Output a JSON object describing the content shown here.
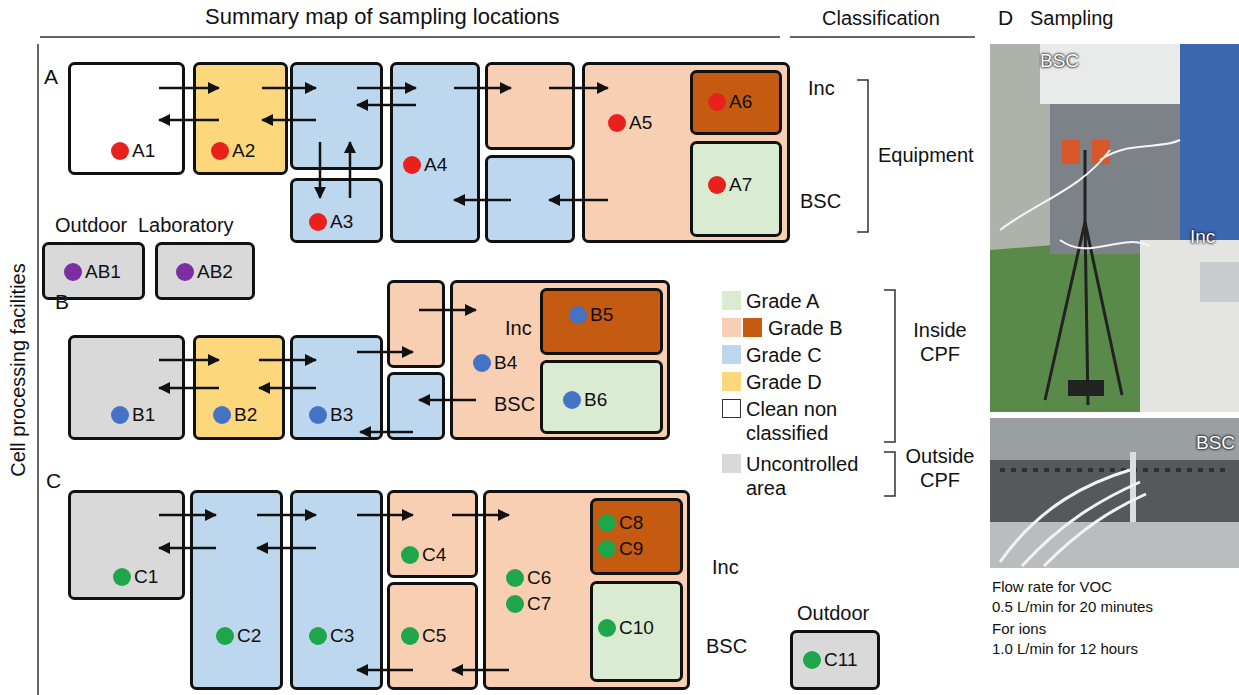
{
  "diagram": {
    "nodes": [
      {
        "text": [
          "A1"
        ]
      },
      {
        "text": [
          "A2"
        ]
      },
      {
        "text": [
          "A3"
        ]
      },
      {
        "text": [
          "A4"
        ]
      },
      {
        "text": [
          "A5"
        ]
      },
      {
        "text": [
          "A6"
        ],
        "in": 4
      },
      {
        "text": [
          "A7"
        ],
        "in": 4
      },
      {
        "text": [
          "Outdoor",
          "AB1"
        ]
      },
      {
        "text": [
          "Laboratory",
          "AB2"
        ]
      },
      {
        "text": [
          "B1"
        ]
      },
      {
        "text": [
          "B2"
        ]
      },
      {
        "text": [
          "B3"
        ]
      },
      {
        "text": [
          "B4"
        ]
      },
      {
        "text": [
          "B5"
        ],
        "in": 12
      },
      {
        "text": [
          "B6"
        ],
        "in": 12
      },
      {
        "text": [
          "C1"
        ]
      },
      {
        "text": [
          "C2"
        ]
      },
      {
        "text": [
          "C3"
        ]
      },
      {
        "text": [
          "C4"
        ]
      },
      {
        "text": [
          "C5"
        ]
      },
      {
        "text": [
          "C6",
          "C7"
        ]
      },
      {
        "text": [
          "C8",
          "C9"
        ],
        "in": 20
      },
      {
        "text": [
          "C10"
        ],
        "in": 20
      },
      {
        "text": [
          "Outdoor",
          "C11"
        ]
      }
    ],
    "edges": [
      {
        "from": 0,
        "to": 1,
        "arrow": "to"
      },
      {
        "from": 1,
        "to": 0,
        "arrow": "to"
      },
      {
        "from": 9,
        "to": 10,
        "arrow": "to"
      },
      {
        "from": 10,
        "to": 9,
        "arrow": "to"
      },
      {
        "from": 10,
        "to": 11,
        "arrow": "to"
      },
      {
        "from": 11,
        "to": 10,
        "arrow": "to"
      },
      {
        "from": 15,
        "to": 16,
        "arrow": "to"
      },
      {
        "from": 16,
        "to": 15,
        "arrow": "to"
      },
      {
        "from": 16,
        "to": 17,
        "arrow": "to"
      },
      {
        "from": 17,
        "to": 16,
        "arrow": "to"
      },
      {
        "from": 17,
        "to": 18,
        "arrow": "to"
      },
      {
        "from": 18,
        "to": 20,
        "arrow": "to"
      },
      {
        "from": 20,
        "to": 19,
        "arrow": "to"
      },
      {
        "from": 19,
        "to": 17,
        "arrow": "to"
      }
    ],
    "labels": [
      "Summary map of sampling locations",
      "Classification",
      "D",
      "Sampling",
      "Cell processing facilities",
      "A",
      "Inc",
      "BSC",
      "Equipment",
      "B",
      "Inc",
      "BSC",
      "Inside CPF",
      "Outside CPF",
      "C",
      "Inc",
      "BSC",
      "BSC",
      "Inc",
      "BSC",
      "Flow rate for VOC",
      "0.5 L/min for 20 minutes",
      "For ions",
      "1.0 L/min for 12 hours"
    ],
    "legend": [
      {
        "text": "Grade A",
        "color": "#d9ecd2"
      },
      {
        "text": "Grade B",
        "color": "#f9cfb3"
      },
      {
        "text": "Grade C",
        "color": "#bdd7ee"
      },
      {
        "text": "Grade D",
        "color": "#fdd77c"
      },
      {
        "text": "Clean non classified",
        "color": "#ffffff"
      },
      {
        "text": "Uncontrolled area",
        "color": "#d9d9d9"
      }
    ]
  }
}
